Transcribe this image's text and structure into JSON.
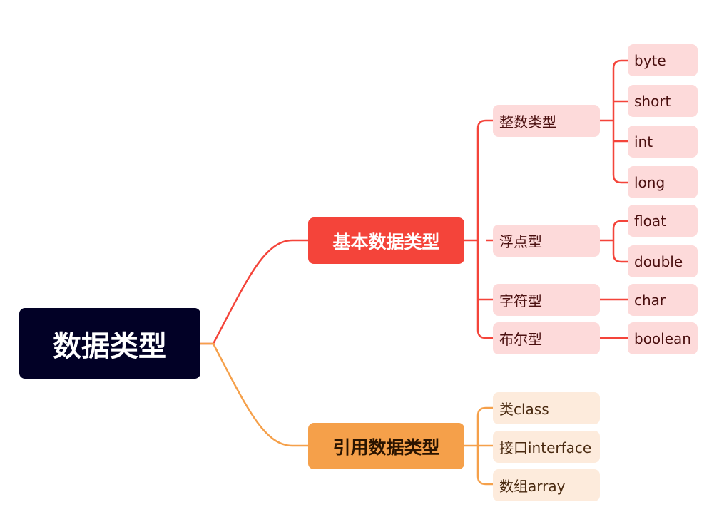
{
  "root": {
    "label": "数据类型"
  },
  "branches": [
    {
      "label": "基本数据类型",
      "color": "#f4443a",
      "children": [
        {
          "label": "整数类型",
          "leaves": [
            "byte",
            "short",
            "int",
            "long"
          ]
        },
        {
          "label": "浮点型",
          "leaves": [
            "float",
            "double"
          ]
        },
        {
          "label": "字符型",
          "leaves": [
            "char"
          ]
        },
        {
          "label": "布尔型",
          "leaves": [
            "boolean"
          ]
        }
      ]
    },
    {
      "label": "引用数据类型",
      "color": "#f5a04a",
      "children": [
        {
          "label": "类class"
        },
        {
          "label": "接口interface"
        },
        {
          "label": "数组array"
        }
      ]
    }
  ]
}
